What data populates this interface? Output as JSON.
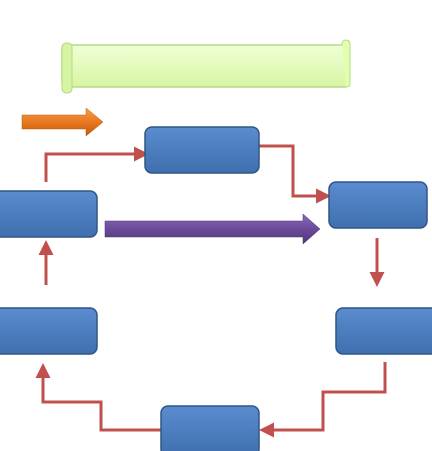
{
  "diagram": {
    "type": "cycle-flowchart",
    "title_banner": {
      "text": "",
      "fill_color": "#e2ffb0",
      "stroke_color": "#b6d984"
    },
    "node_color": "#4a7cbf",
    "node_stroke_color": "#2f5686",
    "connector_color": "#c0504d",
    "nodes": [
      {
        "id": "top",
        "label": ""
      },
      {
        "id": "right-upper",
        "label": ""
      },
      {
        "id": "right-lower",
        "label": ""
      },
      {
        "id": "bottom",
        "label": ""
      },
      {
        "id": "left-lower",
        "label": ""
      },
      {
        "id": "left-upper",
        "label": ""
      }
    ],
    "connectors": [
      {
        "from": "left-upper",
        "to": "top"
      },
      {
        "from": "top",
        "to": "right-upper"
      },
      {
        "from": "right-upper",
        "to": "right-lower"
      },
      {
        "from": "right-lower",
        "to": "bottom"
      },
      {
        "from": "bottom",
        "to": "left-lower"
      },
      {
        "from": "left-lower",
        "to": "left-upper"
      }
    ],
    "legend_arrow": {
      "color": "#e26d13"
    },
    "center_arrow": {
      "color": "#6a4a98"
    }
  }
}
